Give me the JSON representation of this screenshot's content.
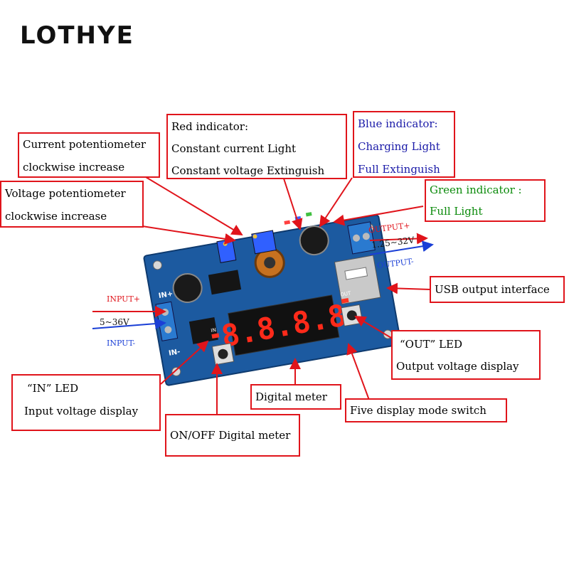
{
  "brand": {
    "name": "LOTHYE"
  },
  "colors": {
    "callout_border": "#e0141b",
    "arrow": "#e0141b",
    "blue_text": "#1a1aa8",
    "green_text": "#0a8a0a",
    "pcb": "#1c5aa0",
    "display_digit": "#ff2a1a"
  },
  "labels": {
    "current_pot": [
      "Current potentiometer",
      "clockwise increase"
    ],
    "voltage_pot": [
      "Voltage potentiometer",
      "clockwise increase"
    ],
    "red_indicator": [
      "Red indicator:",
      "Constant current Light",
      "Constant voltage Extinguish"
    ],
    "blue_indicator": [
      "Blue indicator:",
      "Charging Light",
      "Full Extinguish"
    ],
    "green_indicator": [
      "Green indicator :",
      "Full Light"
    ],
    "usb_output": [
      "USB output interface"
    ],
    "out_led": [
      "“OUT” LED",
      "Output voltage display"
    ],
    "in_led": [
      "“IN” LED",
      "Input voltage display"
    ],
    "digital_meter": [
      "Digital meter"
    ],
    "five_mode": [
      "Five display mode switch"
    ],
    "onoff_meter": [
      "ON/OFF Digital meter"
    ]
  },
  "io": {
    "input_plus": "INPUT+",
    "input_range": "5~36V",
    "input_minus": "INPUT-",
    "output_plus": "OUTPUT+",
    "output_range": "1.25~32V",
    "output_minus": "OUTPUT-"
  },
  "board": {
    "display_value": "8.8.8.8",
    "pin_in_plus": "IN+",
    "pin_in_minus": "IN-",
    "led_in": "IN",
    "led_out": "OUT"
  }
}
